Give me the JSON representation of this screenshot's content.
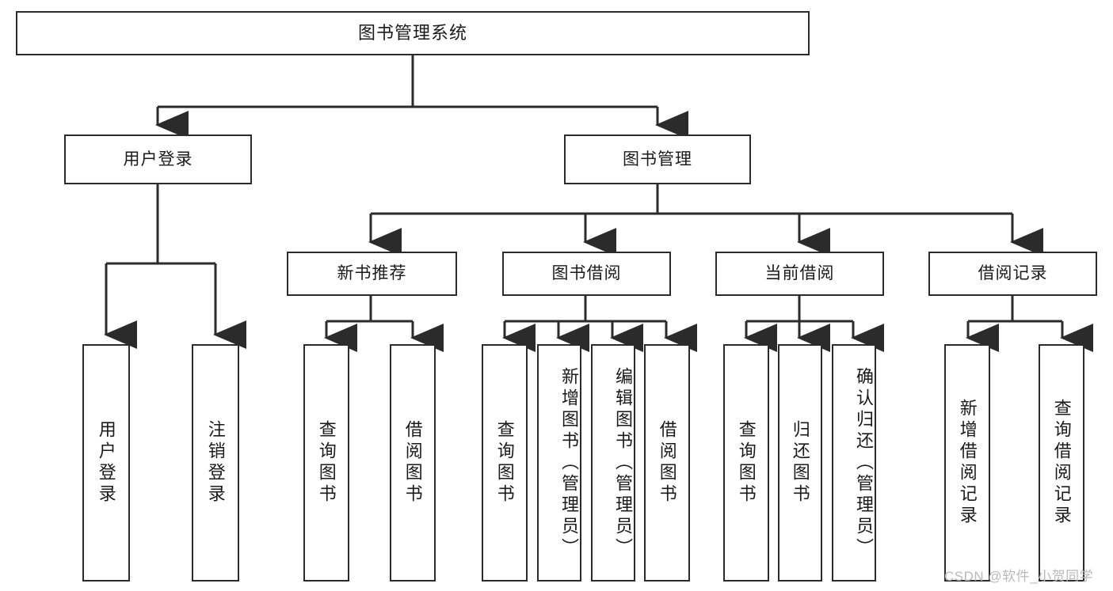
{
  "diagram": {
    "title": "图书管理系统",
    "watermark": "CSDN @软件_小贺同学",
    "levels": {
      "root": {
        "label": "图书管理系统"
      },
      "level2": [
        {
          "id": "user-login",
          "label": "用户登录"
        },
        {
          "id": "book-management",
          "label": "图书管理"
        }
      ],
      "level3": [
        {
          "id": "new-book-recommend",
          "label": "新书推荐"
        },
        {
          "id": "book-borrow",
          "label": "图书借阅"
        },
        {
          "id": "current-borrow",
          "label": "当前借阅"
        },
        {
          "id": "borrow-record",
          "label": "借阅记录"
        }
      ],
      "leaves": {
        "user_login": [
          {
            "id": "leaf-user-login",
            "label": "用户登录"
          },
          {
            "id": "leaf-logout",
            "label": "注销登录"
          }
        ],
        "new_book_recommend": [
          {
            "id": "leaf-query-book-1",
            "label": "查询图书"
          },
          {
            "id": "leaf-borrow-book-1",
            "label": "借阅图书"
          }
        ],
        "book_borrow": [
          {
            "id": "leaf-query-book-2",
            "label": "查询图书"
          },
          {
            "id": "leaf-add-book",
            "label": "新增图书（管理员）"
          },
          {
            "id": "leaf-edit-book",
            "label": "编辑图书（管理员）"
          },
          {
            "id": "leaf-borrow-book-2",
            "label": "借阅图书"
          }
        ],
        "current_borrow": [
          {
            "id": "leaf-query-book-3",
            "label": "查询图书"
          },
          {
            "id": "leaf-return-book",
            "label": "归还图书"
          },
          {
            "id": "leaf-confirm-return",
            "label": "确认归还（管理员）"
          }
        ],
        "borrow_record": [
          {
            "id": "leaf-add-record",
            "label": "新增借阅记录"
          },
          {
            "id": "leaf-query-record",
            "label": "查询借阅记录"
          }
        ]
      }
    },
    "colors": {
      "stroke": "#2b2b2b",
      "background": "#ffffff",
      "text": "#1a1a1a",
      "watermark": "#b9b9b9"
    }
  }
}
